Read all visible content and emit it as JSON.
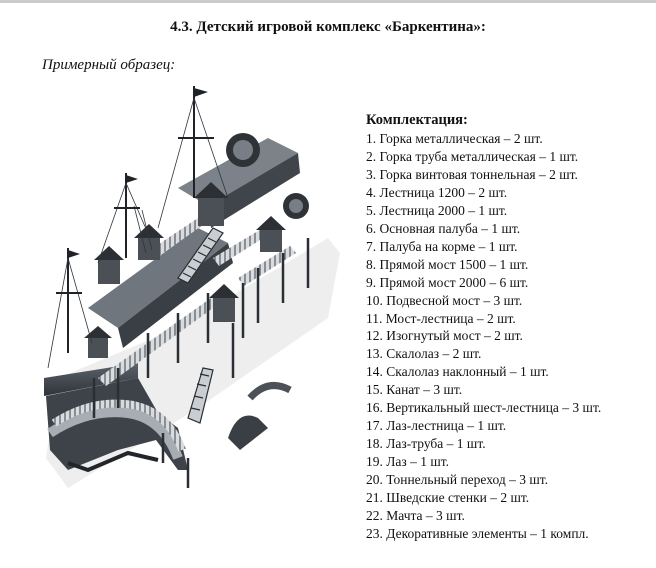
{
  "document": {
    "heading": "4.3. Детский игровой комплекс «Баркентина»:",
    "sample_label": "Примерный образец:",
    "equipment_title": "Комплектация:",
    "equipment_items": [
      "1. Горка металлическая – 2 шт.",
      "2. Горка труба металлическая – 1 шт.",
      "3. Горка винтовая тоннельная – 2 шт.",
      "4. Лестница 1200 – 2 шт.",
      "5. Лестница 2000 – 1 шт.",
      "6. Основная палуба – 1 шт.",
      "7. Палуба на корме – 1 шт.",
      "8. Прямой мост 1500 – 1 шт.",
      "9. Прямой мост 2000 – 6 шт.",
      "10. Подвесной мост – 3 шт.",
      "11. Мост-лестница – 2 шт.",
      "12. Изогнутый мост – 2 шт.",
      "13. Скалолаз – 2 шт.",
      "14. Скалолаз наклонный – 1 шт.",
      "15. Канат – 3 шт.",
      "16. Вертикальный шест-лестница – 3 шт.",
      "17. Лаз-лестница – 1 шт.",
      "18. Лаз-труба – 1 шт.",
      "19. Лаз – 1 шт.",
      "20. Тоннельный переход – 3 шт.",
      "21. Шведские стенки – 2 шт.",
      "22. Мачта – 3 шт.",
      "23. Декоративные элементы – 1 компл."
    ]
  }
}
